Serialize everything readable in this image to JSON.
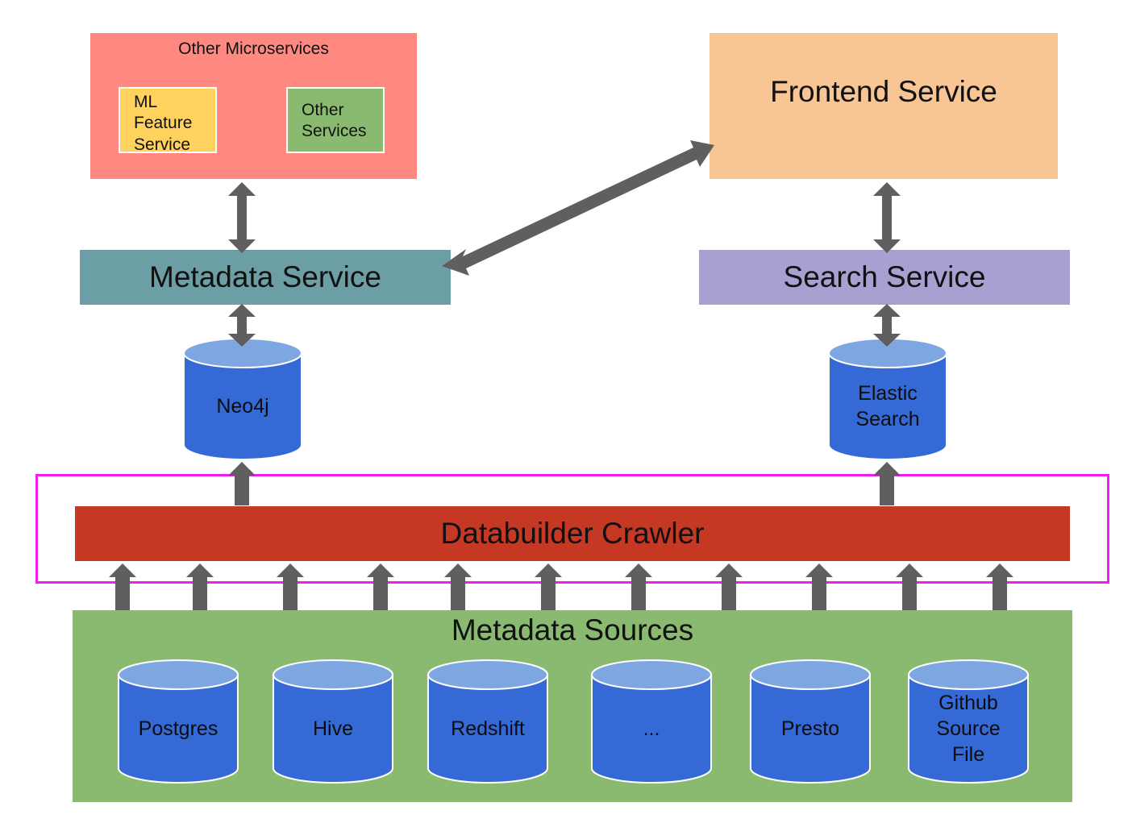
{
  "other_microservices": {
    "title": "Other Microservices",
    "ml_feature_service": [
      "ML",
      "Feature",
      "Service"
    ],
    "other_services": [
      "Other",
      "Services"
    ]
  },
  "frontend_service": "Frontend Service",
  "metadata_service": "Metadata Service",
  "search_service": "Search Service",
  "neo4j": "Neo4j",
  "elastic_search": [
    "Elastic",
    "Search"
  ],
  "databuilder_crawler": "Databuilder Crawler",
  "metadata_sources": {
    "title": "Metadata Sources",
    "sources": [
      {
        "lines": [
          "Postgres"
        ]
      },
      {
        "lines": [
          "Hive"
        ]
      },
      {
        "lines": [
          "Redshift"
        ]
      },
      {
        "lines": [
          "..."
        ]
      },
      {
        "lines": [
          "Presto"
        ]
      },
      {
        "lines": [
          "Github",
          "Source",
          "File"
        ]
      }
    ]
  },
  "colors": {
    "microservices_bg": "#ff8880",
    "ml_feature_bg": "#ffd25e",
    "other_services_bg": "#8aba70",
    "frontend_bg": "#f8c594",
    "metadata_service_bg": "#6c9ea5",
    "search_service_bg": "#a99fd0",
    "crawler_bg": "#c53823",
    "sources_bg": "#8aba70",
    "cylinder_body": "#356ad6",
    "cylinder_top": "#7ea6e0",
    "arrow": "#5f5f5f",
    "highlight_border": "#f01ff0"
  }
}
